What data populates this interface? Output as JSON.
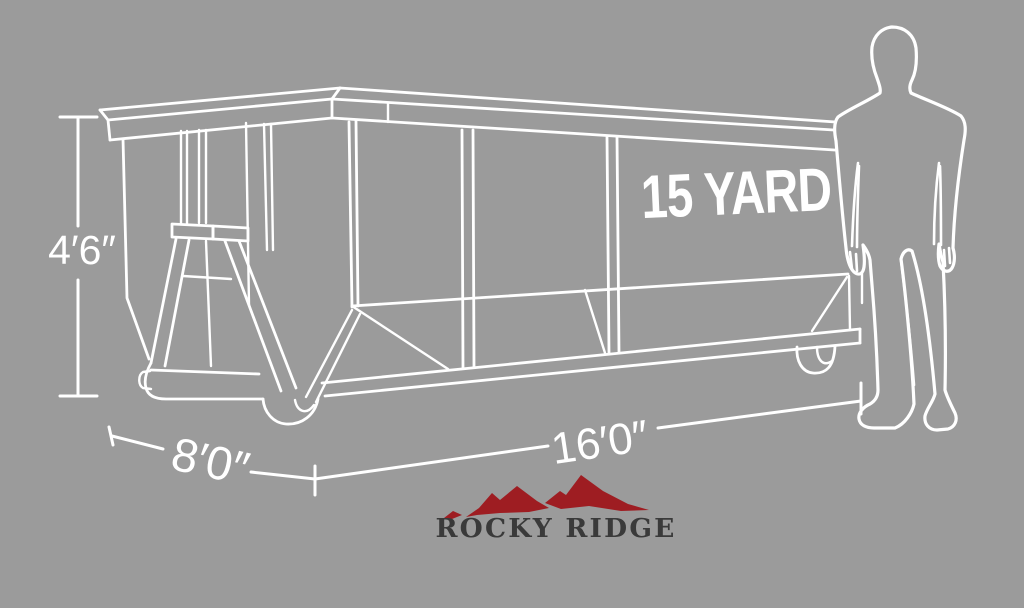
{
  "scene": {
    "container_label": "15 YARD",
    "dimensions": {
      "height": "4′6″",
      "width": "8′0″",
      "length": "16′0″"
    },
    "brand": {
      "name": "ROCKY RIDGE",
      "icon": "mountain-ridge-icon"
    },
    "colors": {
      "background": "#9b9b9b",
      "line": "#ffffff",
      "logo_red": "#9e1d22",
      "logo_text": "#3a3a3a"
    }
  }
}
